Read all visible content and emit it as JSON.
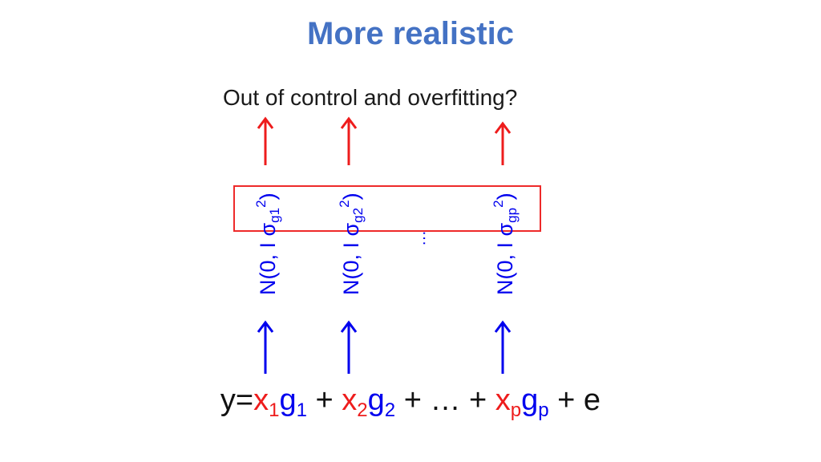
{
  "title": "More realistic",
  "subtitle": "Out of control and overfitting?",
  "colors": {
    "title": "#4472c4",
    "red": "#ee1c1c",
    "blue": "#0000ee",
    "dark": "#111111"
  },
  "priors": [
    {
      "open": "N(0, I σ",
      "sub": "g1",
      "sup": "2",
      "close": ")"
    },
    {
      "open": "N(0, I σ",
      "sub": "g2",
      "sup": "2",
      "close": ")"
    },
    {
      "open": "N(0, I σ",
      "sub": "gp",
      "sup": "2",
      "close": ")"
    }
  ],
  "middle_dots": "…",
  "equation": {
    "lhs": "y=",
    "t1_x": "x",
    "t1_xsub": "1",
    "t1_g": "g",
    "t1_gsub": "1",
    "plus1": " + ",
    "t2_x": "x",
    "t2_xsub": "2",
    "t2_g": "g",
    "t2_gsub": "2",
    "plus2": " + … + ",
    "tp_x": "x",
    "tp_xsub": "p",
    "tp_g": "g",
    "tp_gsub": "p",
    "tail": " + e"
  }
}
